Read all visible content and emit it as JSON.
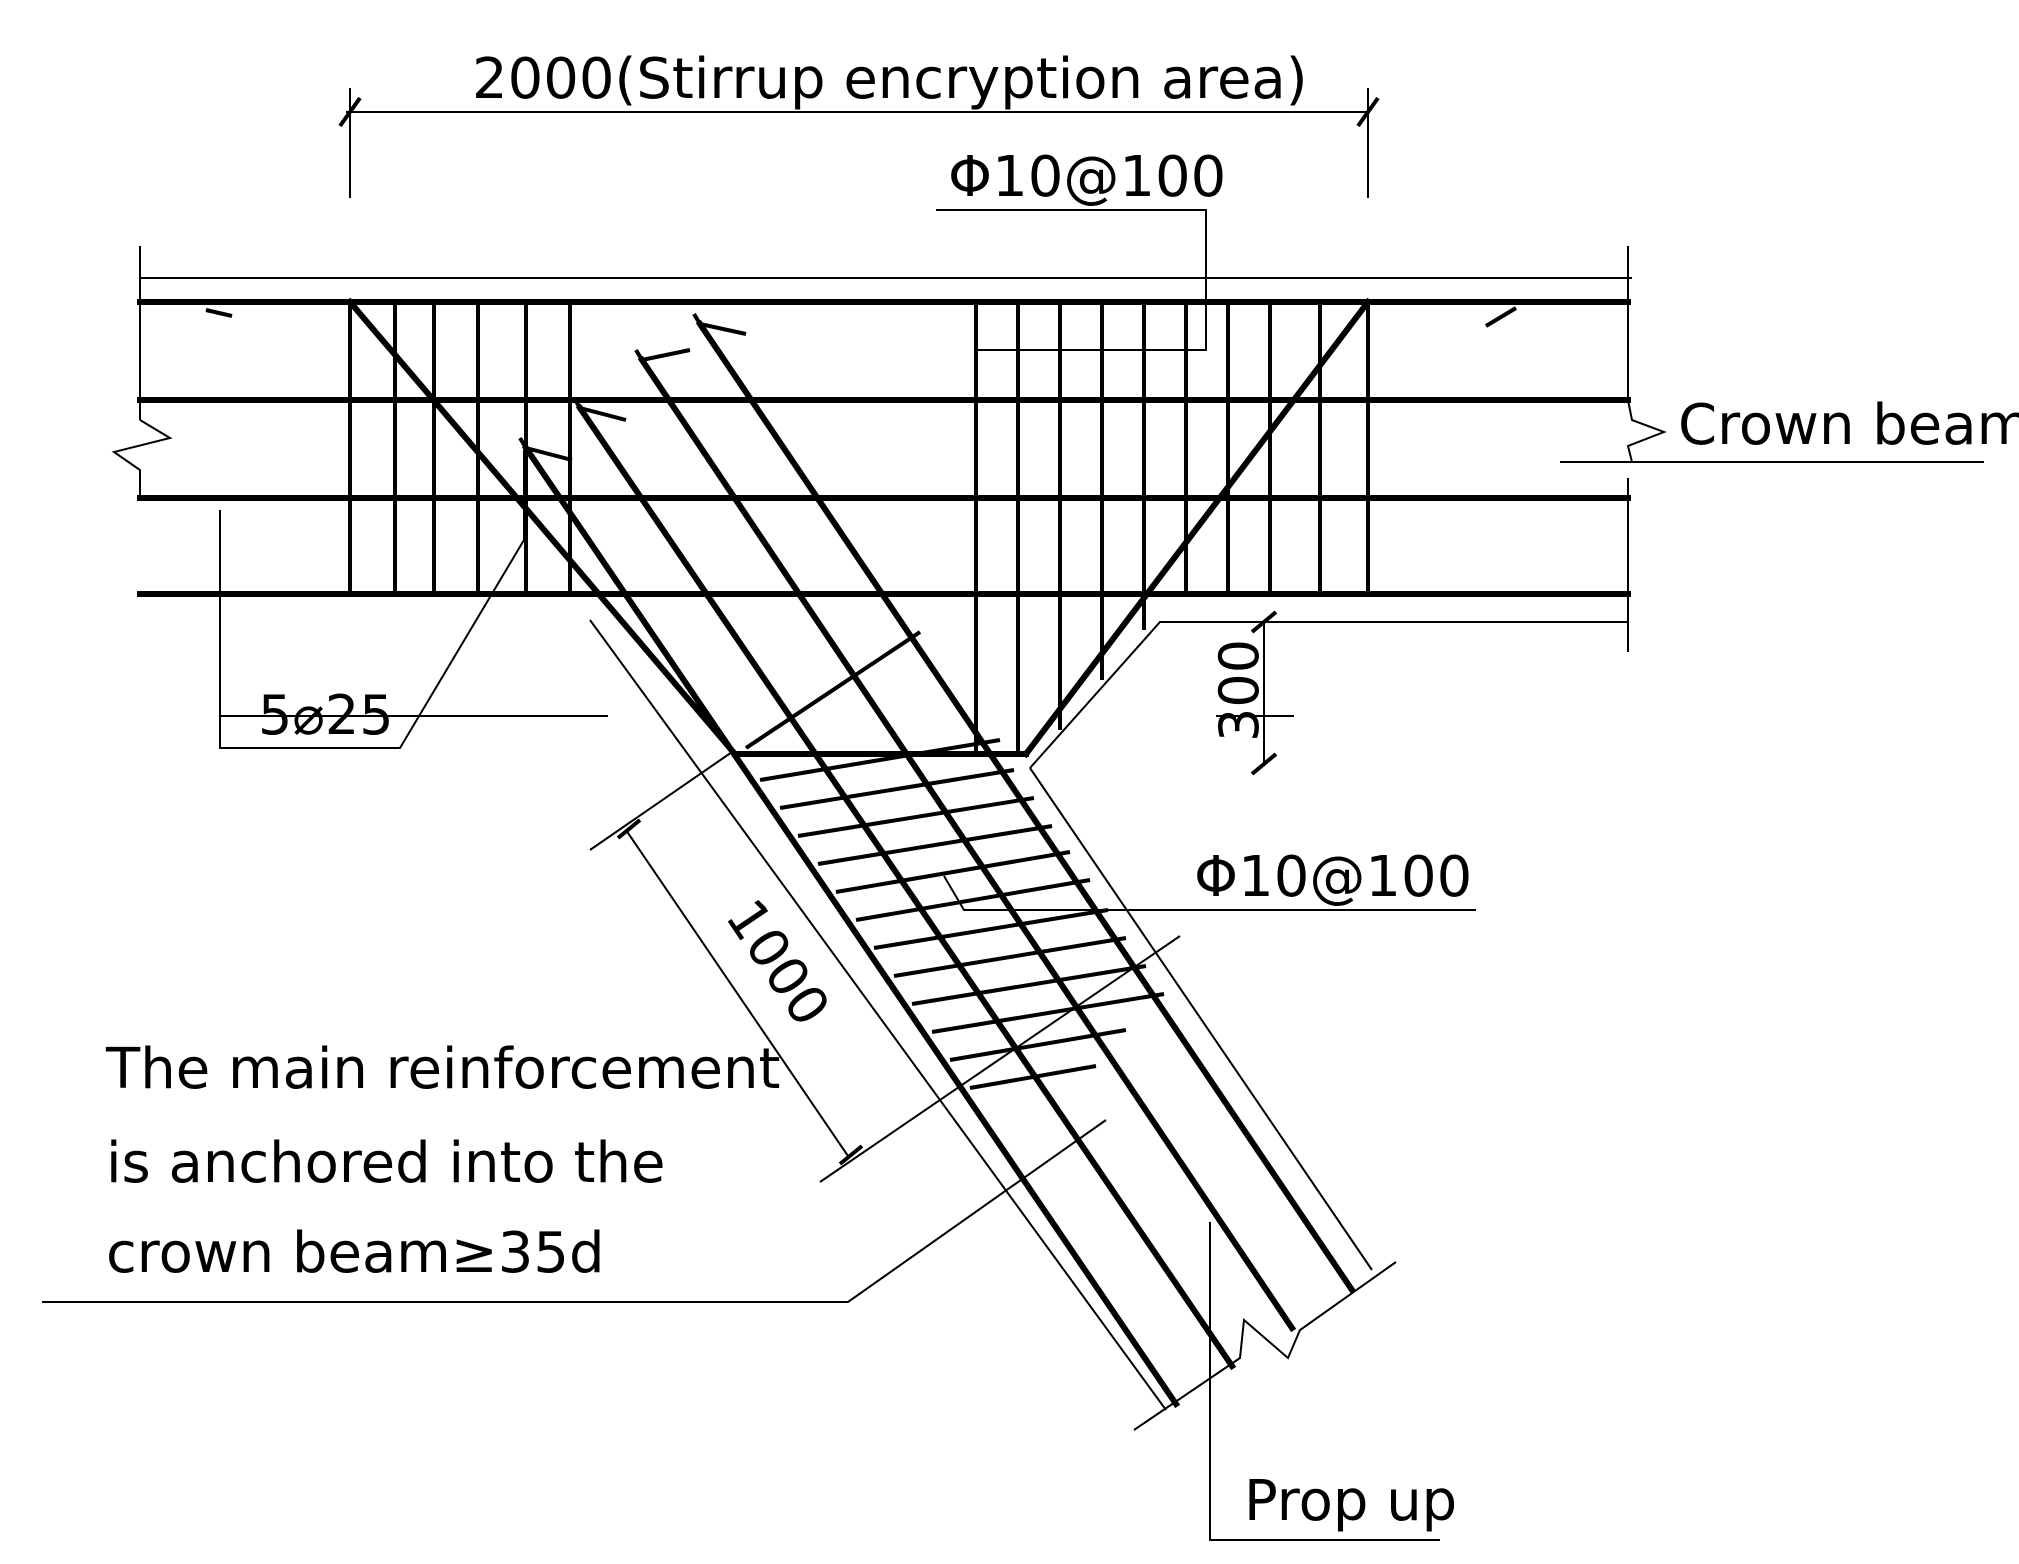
{
  "labels": {
    "encryption_dim": "2000(Stirrup encryption area)",
    "stirrup_top": "Φ10@100",
    "crown_beam": "Crown beam",
    "main_bars": "5⌀25",
    "dim_300": "300",
    "stirrup_prop": "Φ10@100",
    "dim_1000": "1000",
    "anchor_line1": "The main reinforcement",
    "anchor_line2": "is anchored into the",
    "anchor_line3": "crown beam≥35d",
    "prop_up": "Prop up"
  }
}
